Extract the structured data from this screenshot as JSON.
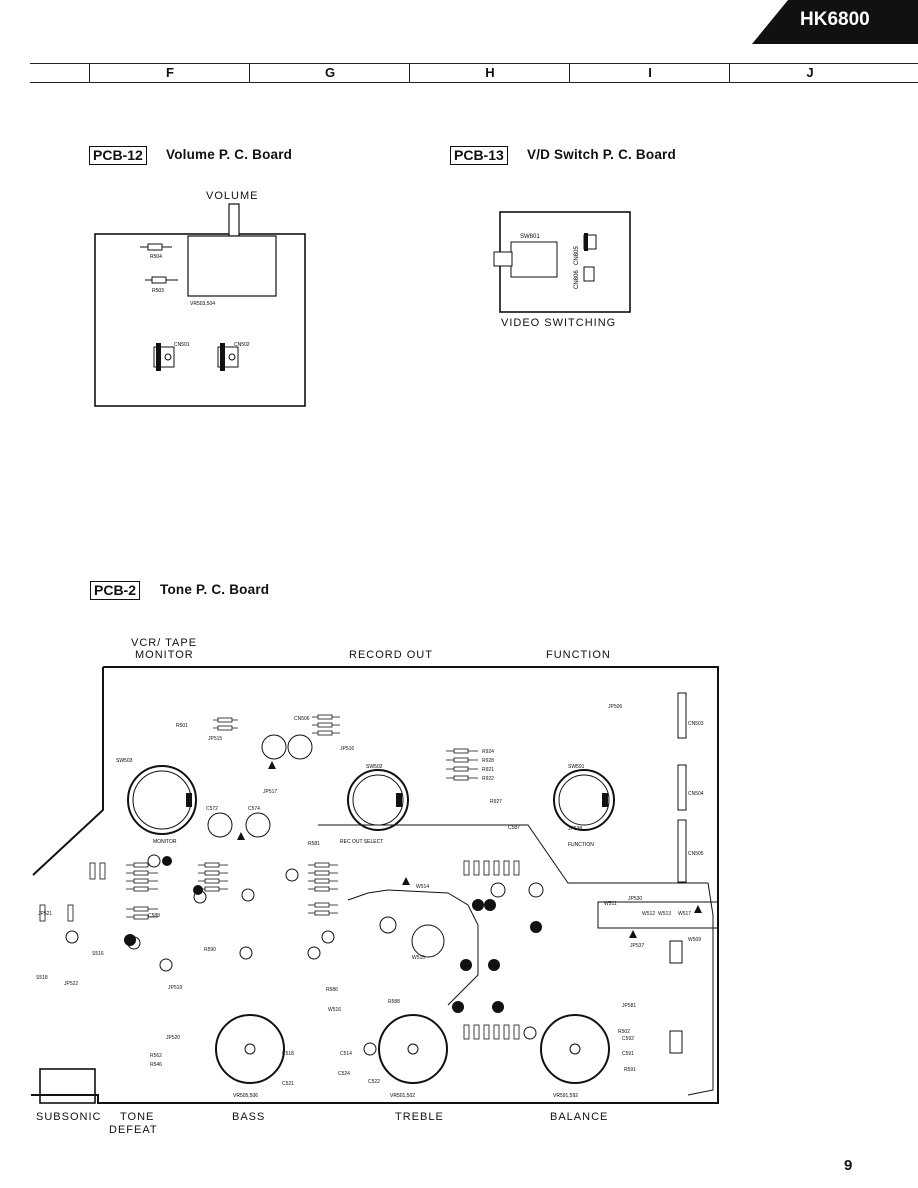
{
  "header": {
    "model": "HK6800"
  },
  "grid_columns": [
    "F",
    "G",
    "H",
    "I",
    "J"
  ],
  "boards": {
    "volume": {
      "tag": "PCB-12",
      "title": "Volume P. C. Board",
      "labels": {
        "volume": "VOLUME"
      },
      "parts": {
        "r504": "R504",
        "r503": "R503",
        "vr": "VR503,504",
        "cn501": "CN501",
        "cn502": "CN502"
      }
    },
    "vd_switch": {
      "tag": "PCB-13",
      "title": "V/D Switch P. C. Board",
      "labels": {
        "caption": "VIDEO SWITCHING"
      },
      "parts": {
        "sw801": "SW801",
        "cn805": "CN805",
        "cn806": "CN806"
      }
    },
    "tone": {
      "tag": "PCB-2",
      "title": "Tone P. C. Board",
      "top_labels": [
        "VCR/ TAPE",
        "MONITOR",
        "RECORD OUT",
        "FUNCTION"
      ],
      "bottom_labels": [
        "SUBSONIC",
        "TONE",
        "DEFEAT",
        "BASS",
        "TREBLE",
        "BALANCE"
      ],
      "switch_labels": {
        "monitor": "MONITOR",
        "rec_out": "REC OUT SELECT",
        "function": "FUNCTION"
      },
      "pot_labels": [
        "VR505,506",
        "VR501,502",
        "VR591,592"
      ],
      "parts": [
        "SW503",
        "SW502",
        "SW591",
        "JP506",
        "JP515",
        "JP516",
        "JP517",
        "JP530",
        "JP537",
        "JP538",
        "JP519",
        "JP520",
        "JP522",
        "JP521",
        "JP581",
        "CN503",
        "CN504",
        "CN505",
        "CN506",
        "C591",
        "C592",
        "C572",
        "C574",
        "C587",
        "C588",
        "R927",
        "R924",
        "R928",
        "R921",
        "R922",
        "W514",
        "W515",
        "W516",
        "W509",
        "W511",
        "W512",
        "W513",
        "W517",
        "S518",
        "S516",
        "R562",
        "R546",
        "R586",
        "R588",
        "R590",
        "C522",
        "C524",
        "C521",
        "C518",
        "C514",
        "R501",
        "R502",
        "R581",
        "R591"
      ]
    }
  },
  "page_number": "9"
}
